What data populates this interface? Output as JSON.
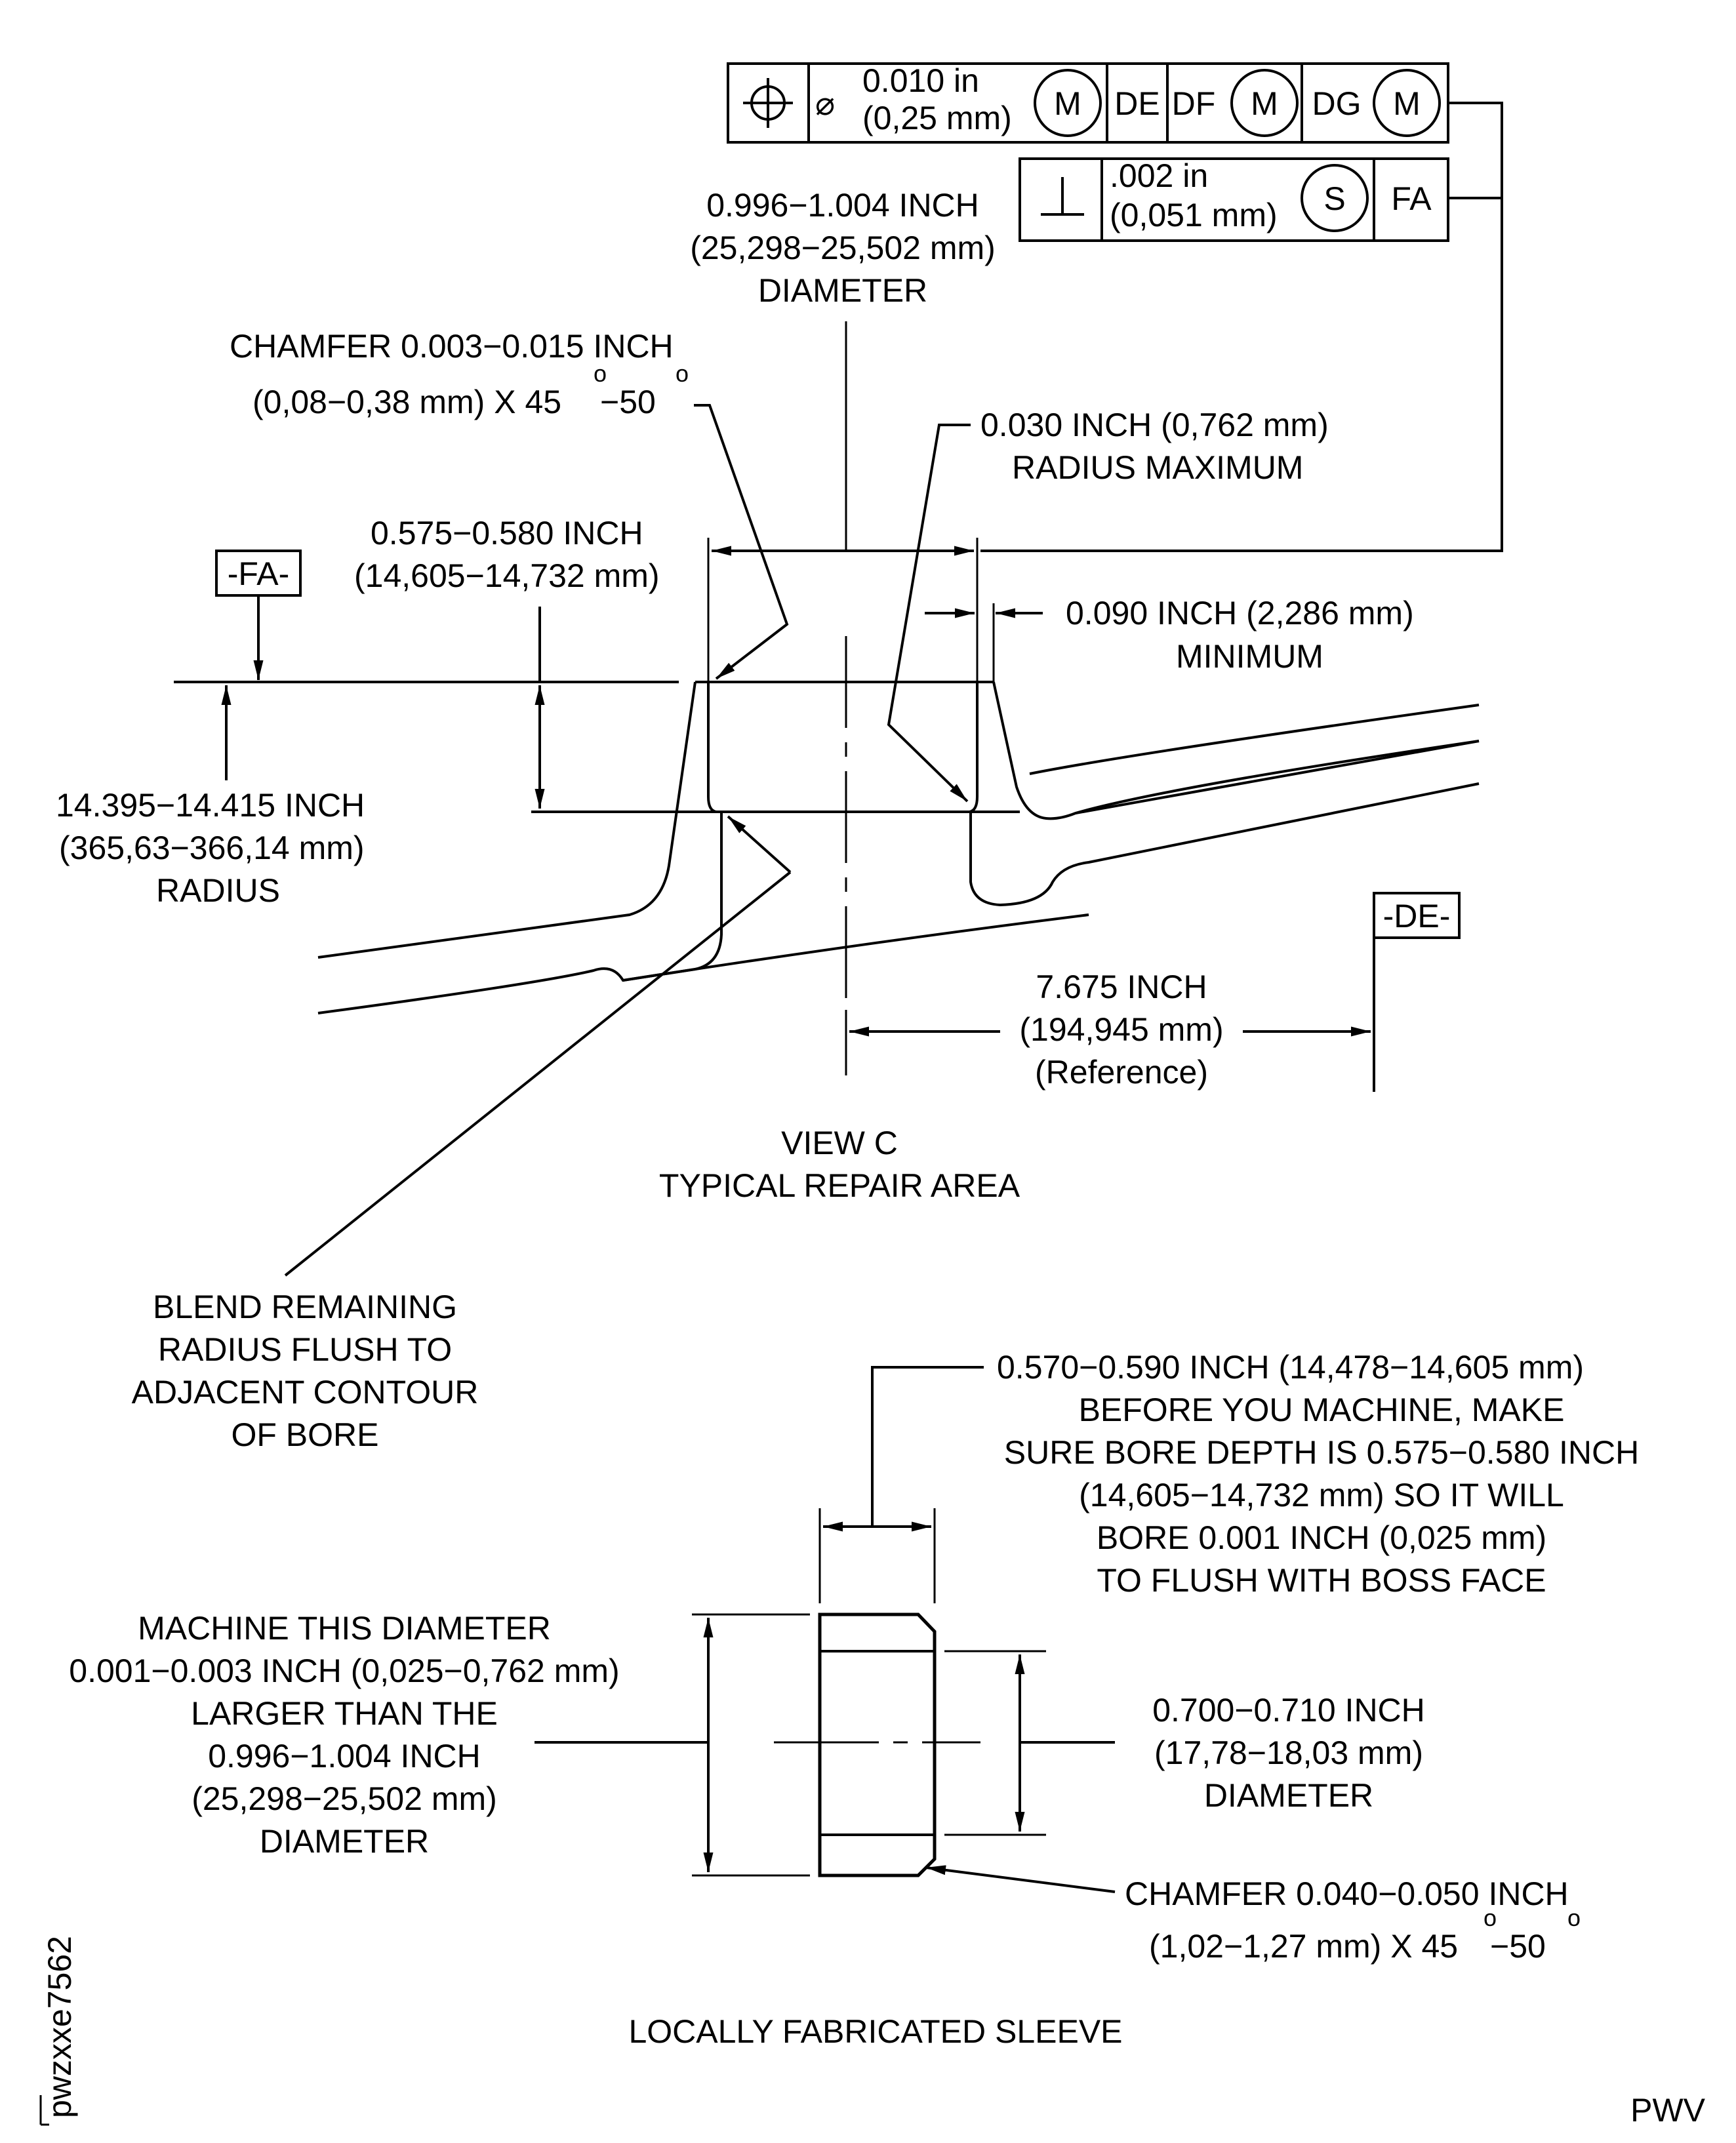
{
  "fcf_position": {
    "tolerance_in": "0.010 in",
    "tolerance_mm": "(0,25 mm)",
    "modifier": "M",
    "datums": [
      "DE",
      "DF",
      "DG"
    ],
    "datum_modifier": "M",
    "diameter_symbol": "⌀",
    "position_symbol": "⌖"
  },
  "fcf_perpendicularity": {
    "symbol": "⊥",
    "tolerance_in": ".002 in",
    "tolerance_mm": "(0,051 mm)",
    "modifier": "S",
    "datum": "FA"
  },
  "bore_diameter": [
    "0.996−1.004 INCH",
    "(25,298−25,502 mm)",
    "DIAMETER"
  ],
  "chamfer_top": {
    "line1": "CHAMFER 0.003−0.015 INCH",
    "line2_a": "(0,08−0,38 mm) X 45",
    "line2_b": " −50",
    "degree": "o"
  },
  "radius_max": [
    "0.030 INCH (0,762 mm)",
    "RADIUS MAXIMUM"
  ],
  "bore_depth": [
    "0.575−0.580 INCH",
    "(14,605−14,732 mm)"
  ],
  "datum_fa": "-FA-",
  "min_wall": [
    "0.090 INCH (2,286 mm)",
    "MINIMUM"
  ],
  "radius_dim": [
    "14.395−14.415 INCH",
    "(365,63−366,14 mm)",
    "RADIUS"
  ],
  "datum_de": "-DE-",
  "reference_dim": [
    "7.675 INCH",
    "(194,945 mm)",
    "(Reference)"
  ],
  "view_title": [
    "VIEW C",
    "TYPICAL REPAIR AREA"
  ],
  "blend_note": [
    "BLEND REMAINING",
    "RADIUS FLUSH TO",
    "ADJACENT CONTOUR",
    "OF BORE"
  ],
  "sleeve_length_note": [
    "0.570−0.590 INCH (14,478−14,605 mm)",
    "BEFORE YOU MACHINE, MAKE",
    "SURE BORE DEPTH IS 0.575−0.580 INCH",
    "(14,605−14,732 mm) SO IT WILL",
    "BORE 0.001 INCH (0,025 mm)",
    "TO FLUSH WITH BOSS FACE"
  ],
  "machine_note": [
    "MACHINE THIS DIAMETER",
    "0.001−0.003 INCH (0,025−0,762 mm)",
    "LARGER THAN THE",
    "0.996−1.004 INCH",
    "(25,298−25,502 mm)",
    "DIAMETER"
  ],
  "inner_diameter": [
    "0.700−0.710 INCH",
    "(17,78−18,03 mm)",
    "DIAMETER"
  ],
  "chamfer_bottom": {
    "line1": "CHAMFER 0.040−0.050 INCH",
    "line2_a": "(1,02−1,27 mm) X 45",
    "line2_b": " −50",
    "degree": "o"
  },
  "sleeve_title": "LOCALLY FABRICATED SLEEVE",
  "figure_id": "pwzxxe7562",
  "corner_code": "PWV"
}
